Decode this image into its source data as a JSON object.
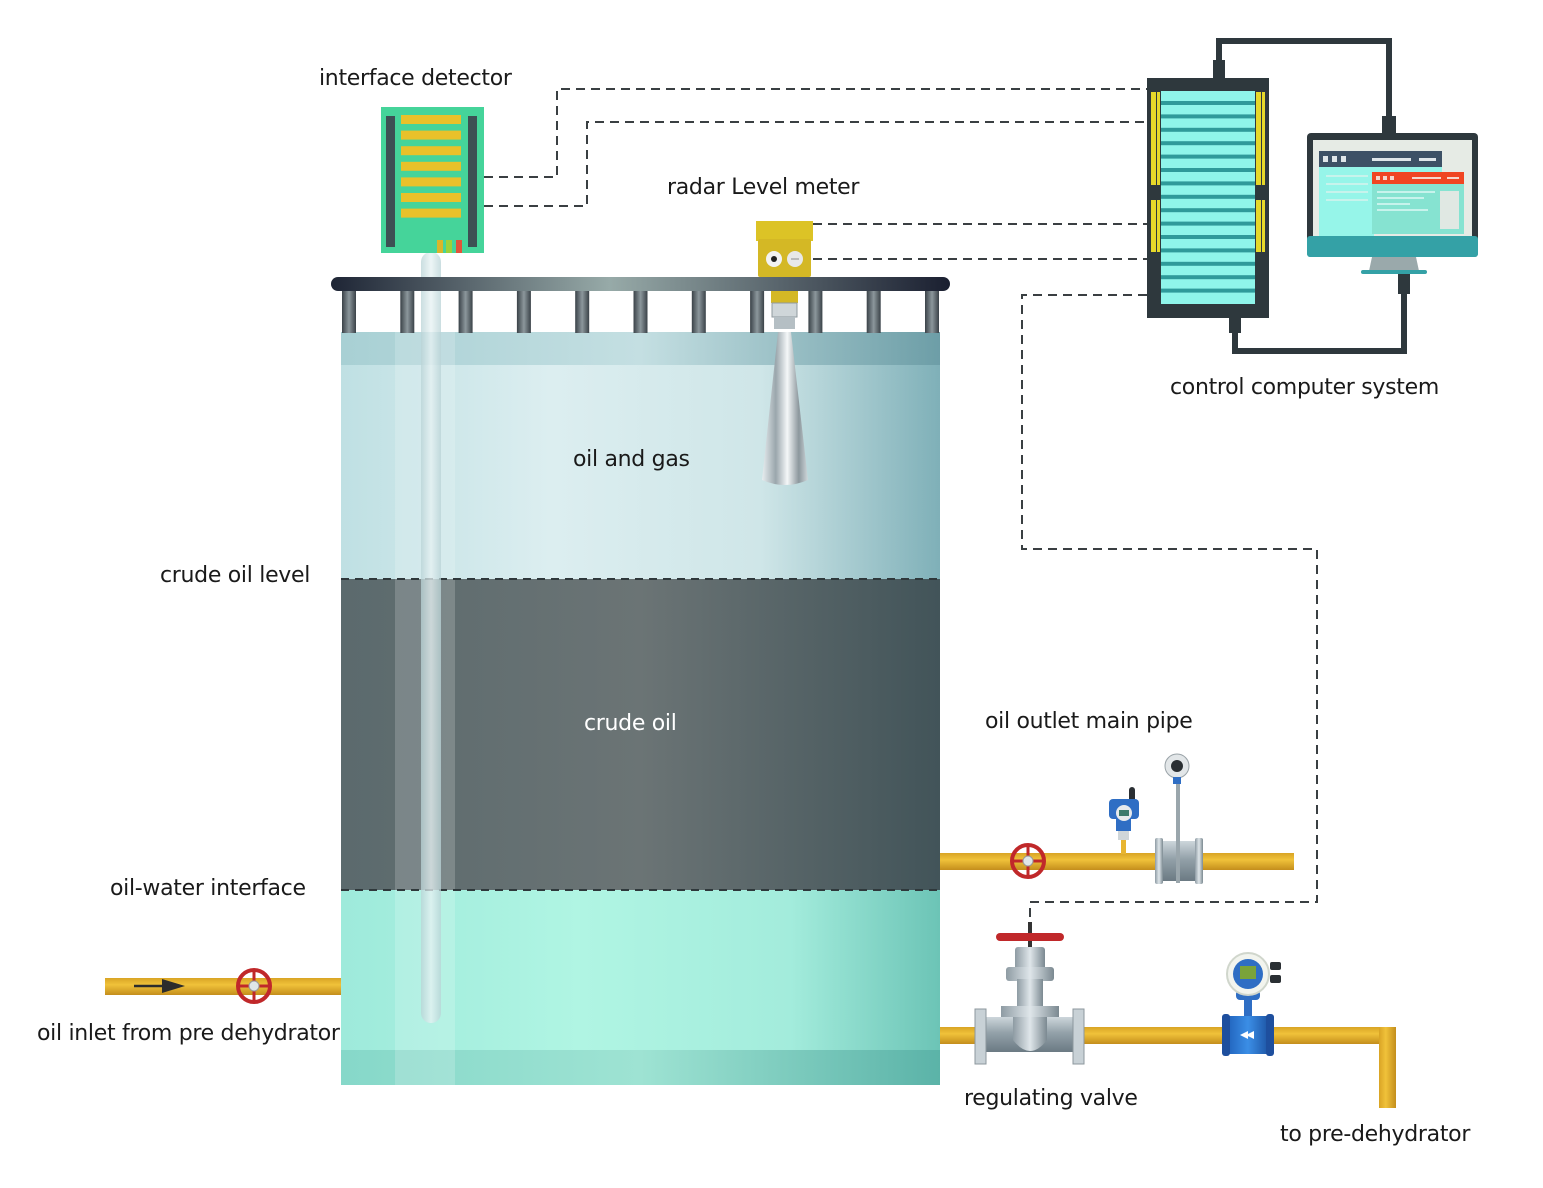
{
  "diagram": {
    "type": "process-flow",
    "title": "Crude oil settling tank level and interface control"
  },
  "labels": {
    "interface_detector": "interface  detector",
    "radar_level_meter": "radar Level meter",
    "control_computer_system": "control computer system",
    "oil_and_gas": "oil and gas",
    "crude_oil_level": "crude oil level",
    "crude_oil": "crude oil",
    "oil_water_interface": "oil-water interface",
    "oil_inlet": "oil inlet from pre dehydrator",
    "oil_outlet_main_pipe": "oil outlet main pipe",
    "regulating_valve": "regulating valve",
    "to_pre_dehydrator": "to pre-dehydrator"
  },
  "tank_layers": [
    {
      "name": "oil and gas",
      "color_top": "#d9ecee",
      "color_edge": "#7fb0b8"
    },
    {
      "name": "crude oil",
      "color_top": "#6b7475",
      "color_edge": "#425459"
    },
    {
      "name": "water",
      "color_top": "#b0f5e3",
      "color_edge": "#6cc4b6"
    }
  ],
  "colors": {
    "pipe": "#e8b530",
    "valve_wheel": "#c0282a",
    "cabinet": "#2e383d",
    "cabinet_screen": "#8ff5ea",
    "cabinet_stripe": "#2f9a9a",
    "cabinet_side": "#e6d82a",
    "detector_body": "#45d49a",
    "detector_bar": "#e9c12a",
    "monitor_frame": "#2e383d",
    "monitor_base": "#34a1a6",
    "dashed_signal": "#3a3f42",
    "radar_body": "#d9bd25"
  },
  "connections": [
    {
      "from": "interface detector",
      "to": "control computer system",
      "style": "dashed"
    },
    {
      "from": "radar level meter",
      "to": "control computer system",
      "style": "dashed"
    },
    {
      "from": "control computer system",
      "to": "regulating valve",
      "style": "dashed"
    },
    {
      "from": "control computer system",
      "to": "monitor",
      "style": "solid"
    }
  ]
}
